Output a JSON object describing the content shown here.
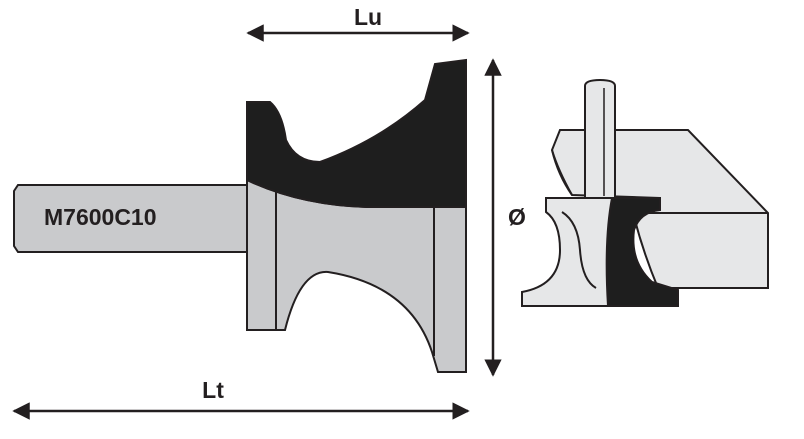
{
  "labels": {
    "model": "M7600C10",
    "useful_length": "Lu",
    "total_length": "Lt",
    "diameter": "Ø"
  },
  "colors": {
    "outline": "#231f20",
    "steel": "#c9cacc",
    "cutter": "#1e1e1e",
    "workpiece": "#e6e7e8",
    "background": "#ffffff"
  }
}
